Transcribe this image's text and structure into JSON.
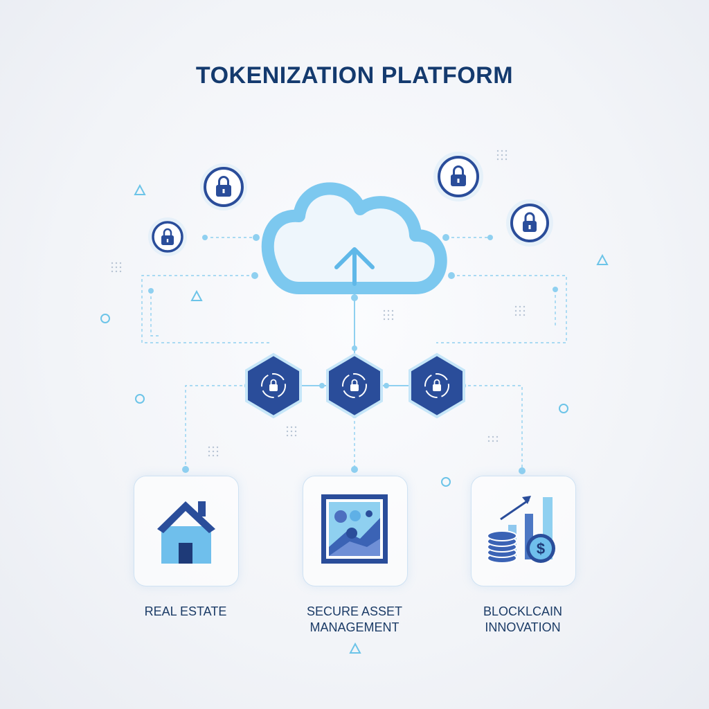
{
  "title": "TOKENIZATION PLATFORM",
  "categories": [
    {
      "label_lines": [
        "REAL ESTATE"
      ],
      "icon": "house-icon"
    },
    {
      "label_lines": [
        "SECURE ASSET MANAGEMENT"
      ],
      "icon": "artwork-frame-icon"
    },
    {
      "label_lines": [
        "BLOCKLCAIN",
        "INNOVATION"
      ],
      "icon": "growth-chart-coins-icon"
    }
  ],
  "central_node": {
    "icon": "cloud-upload-icon"
  },
  "token_nodes": [
    {
      "icon": "hexagon-lock-icon"
    },
    {
      "icon": "hexagon-lock-icon"
    },
    {
      "icon": "hexagon-lock-icon"
    }
  ],
  "security_badges": [
    {
      "icon": "padlock-icon"
    },
    {
      "icon": "padlock-icon"
    },
    {
      "icon": "padlock-icon"
    },
    {
      "icon": "padlock-icon"
    }
  ],
  "colors": {
    "title": "#143a6e",
    "navy": "#2a4d9a",
    "cloud_stroke": "#7cc8ef",
    "cloud_fill": "#eef6fc",
    "sky": "#6cbbe8",
    "connector": "#8fd0f0",
    "label": "#1b3b66"
  }
}
